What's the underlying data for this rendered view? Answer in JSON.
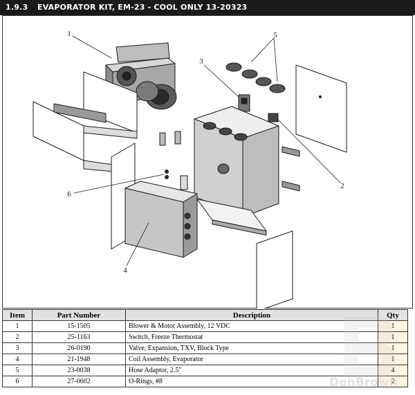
{
  "header": {
    "section": "1.9.3",
    "title": "EVAPORATOR KIT, EM-23 - COOL ONLY 13-20323"
  },
  "diagram": {
    "callouts": [
      "1",
      "2",
      "3",
      "4",
      "5",
      "6"
    ]
  },
  "table": {
    "headers": {
      "item": "Item",
      "part": "Part Number",
      "desc": "Description",
      "qty": "Qty"
    },
    "rows": [
      {
        "item": "1",
        "part": "15-1505",
        "desc": "Blower & Motor Assembly, 12 VDC",
        "qty": "1"
      },
      {
        "item": "2",
        "part": "25-1163",
        "desc": "Switch, Freeze Thermostat",
        "qty": "1"
      },
      {
        "item": "3",
        "part": "26-0190",
        "desc": "Valve, Expansion, TXV, Block Type",
        "qty": "1"
      },
      {
        "item": "4",
        "part": "21-1948",
        "desc": "Coil Assembly, Evaporator",
        "qty": "1"
      },
      {
        "item": "5",
        "part": "23-0038",
        "desc": "Hose Adaptor, 2.5\"",
        "qty": "4"
      },
      {
        "item": "6",
        "part": "27-0602",
        "desc": "O-Rings, #8",
        "qty": "2"
      }
    ]
  },
  "watermark": {
    "text": "DonBrown"
  }
}
